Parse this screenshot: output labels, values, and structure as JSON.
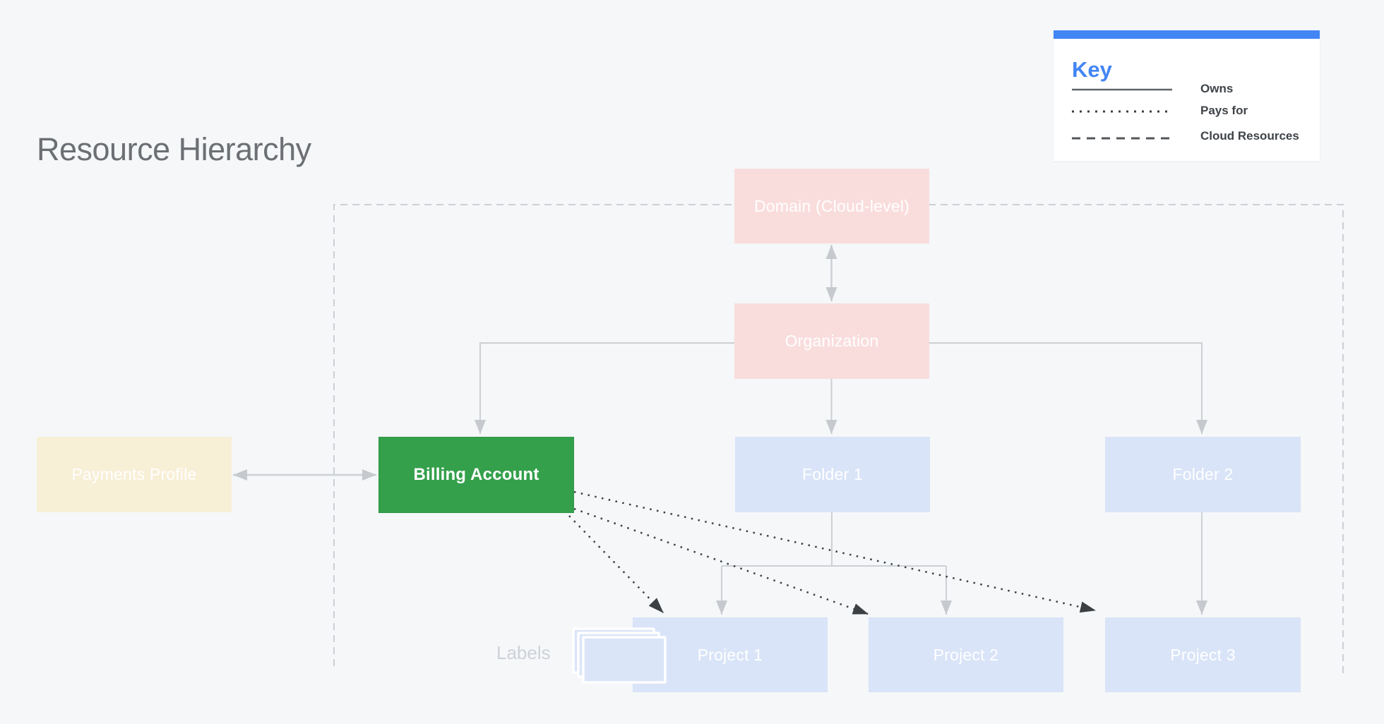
{
  "title": "Resource Hierarchy",
  "key": {
    "heading": "Key",
    "items": [
      {
        "line_style": "solid",
        "label": "Owns"
      },
      {
        "line_style": "dotted",
        "label": "Pays for"
      },
      {
        "line_style": "dashed",
        "label": "Cloud Resources"
      }
    ]
  },
  "nodes": {
    "domain": {
      "label": "Domain (Cloud-level)",
      "fill": "#f9dddc"
    },
    "organization": {
      "label": "Organization",
      "fill": "#f9dddc"
    },
    "payments_profile": {
      "label": "Payments Profile",
      "fill": "#f8efd7"
    },
    "billing_account": {
      "label": "Billing Account",
      "fill": "#34a04b"
    },
    "folder1": {
      "label": "Folder 1",
      "fill": "#d9e4f8"
    },
    "folder2": {
      "label": "Folder 2",
      "fill": "#d9e4f8"
    },
    "project1": {
      "label": "Project 1",
      "fill": "#d9e4f8"
    },
    "project2": {
      "label": "Project 2",
      "fill": "#d9e4f8"
    },
    "project3": {
      "label": "Project 3",
      "fill": "#d9e4f8"
    }
  },
  "annotations": {
    "labels": "Labels"
  },
  "edges": [
    {
      "from": "domain",
      "to": "organization",
      "type": "owns",
      "bidirectional": true
    },
    {
      "from": "organization",
      "to": "billing_account",
      "type": "owns"
    },
    {
      "from": "organization",
      "to": "folder1",
      "type": "owns"
    },
    {
      "from": "organization",
      "to": "folder2",
      "type": "owns"
    },
    {
      "from": "payments_profile",
      "to": "billing_account",
      "type": "owns",
      "bidirectional": true
    },
    {
      "from": "folder1",
      "to": "project1",
      "type": "owns"
    },
    {
      "from": "folder1",
      "to": "project2",
      "type": "owns"
    },
    {
      "from": "folder2",
      "to": "project3",
      "type": "owns"
    },
    {
      "from": "billing_account",
      "to": "project1",
      "type": "pays_for"
    },
    {
      "from": "billing_account",
      "to": "project2",
      "type": "pays_for"
    },
    {
      "from": "billing_account",
      "to": "project3",
      "type": "pays_for"
    }
  ],
  "colors": {
    "background": "#f5f7f9",
    "accent_blue": "#4285f4",
    "domain_fill": "#f9dddc",
    "billing_fill": "#34a04b",
    "payments_fill": "#f8efd7",
    "folder_fill": "#d9e4f8",
    "connector_gray": "#cdd0d4",
    "pays_for_dark": "#3c4043",
    "title_gray": "#6c6f73"
  }
}
